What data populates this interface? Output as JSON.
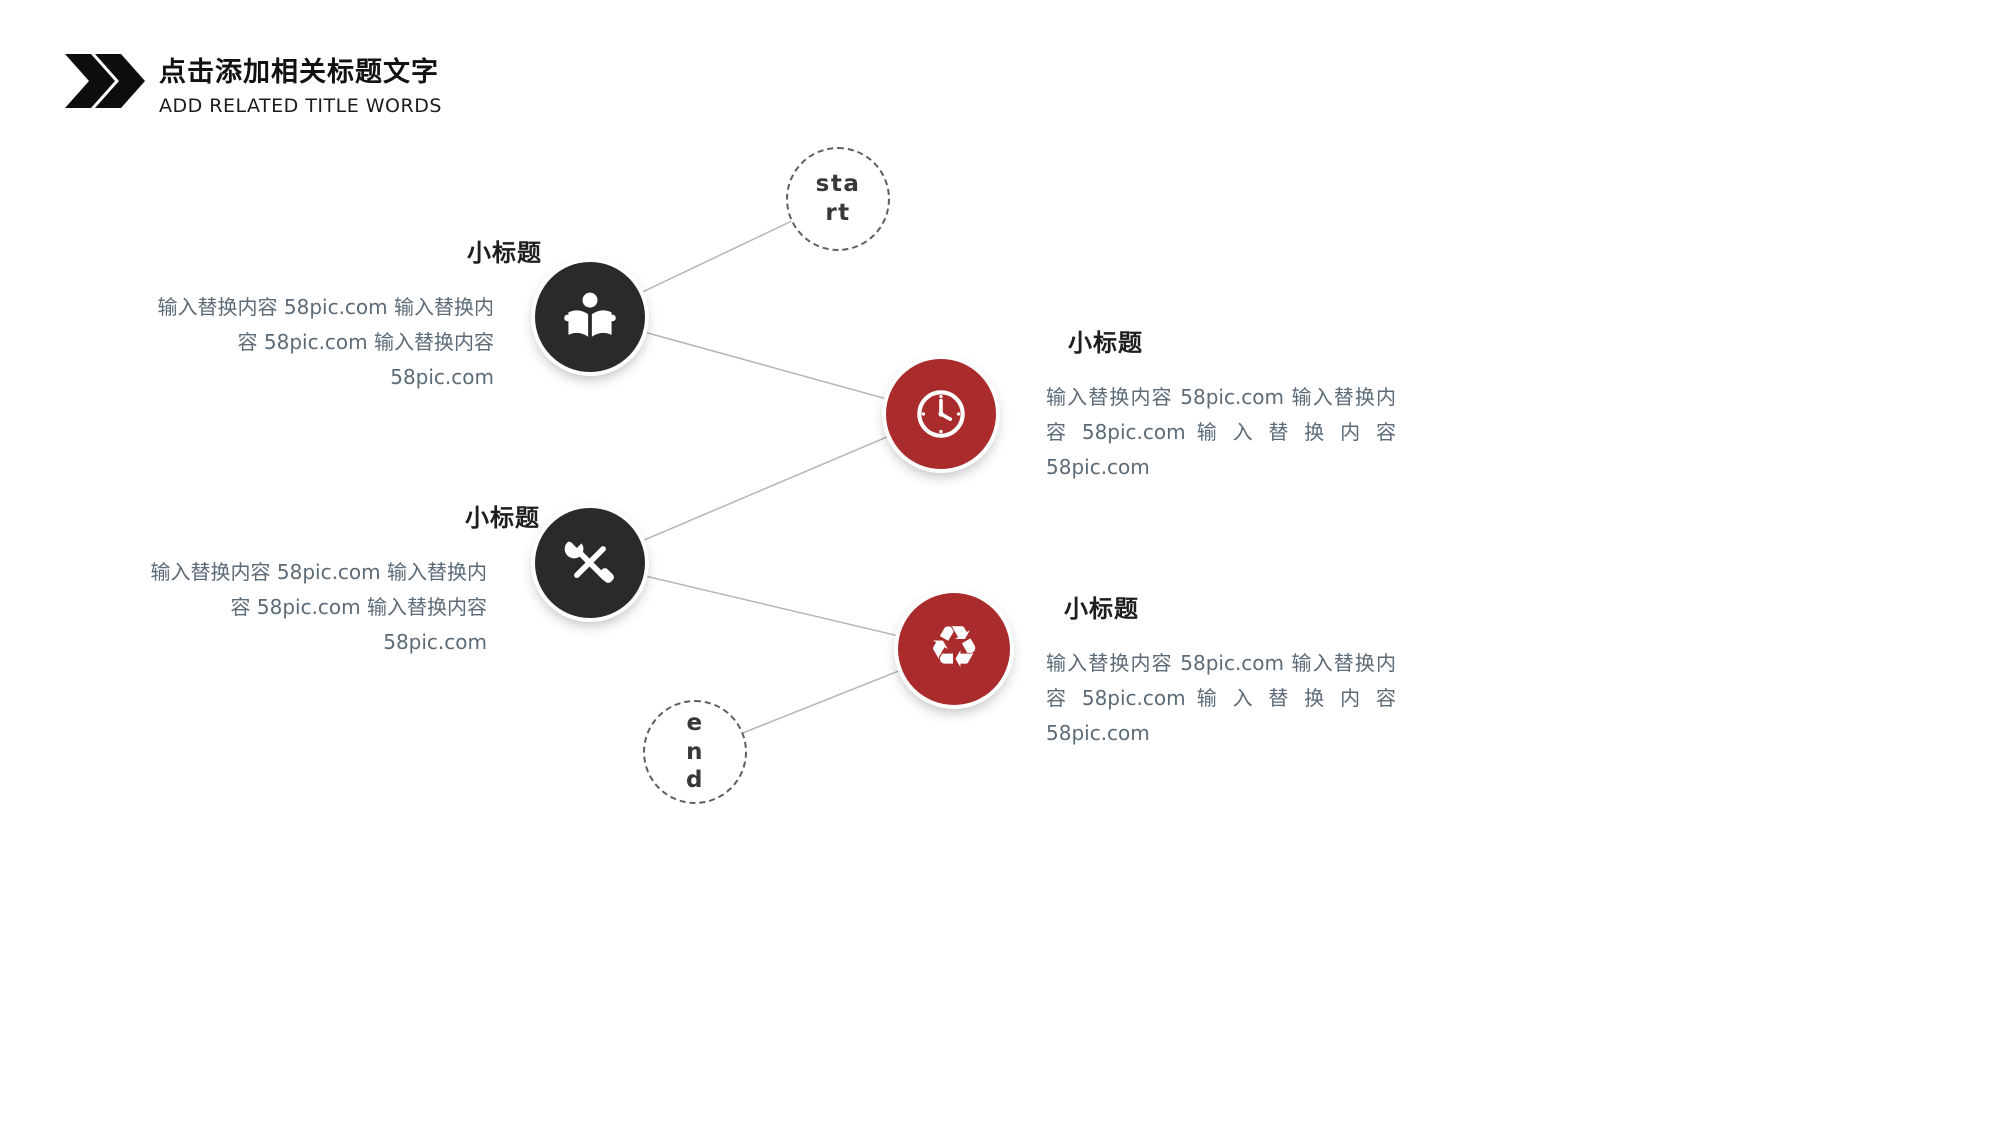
{
  "header": {
    "title": "点击添加相关标题文字",
    "subtitle": "ADD RELATED TITLE WORDS"
  },
  "flow": {
    "start_label": "start",
    "end_label": "end"
  },
  "items": [
    {
      "heading": "小标题",
      "body": "输入替换内容 58pic.com 输入替换内容 58pic.com 输入替换内容 58pic.com",
      "icon": "reader-icon"
    },
    {
      "heading": "小标题",
      "body": "输入替换内容 58pic.com 输入替换内容 58pic.com 输 入 替 换 内 容 58pic.com",
      "icon": "clock-icon"
    },
    {
      "heading": "小标题",
      "body": "输入替换内容 58pic.com 输入替换内容 58pic.com 输入替换内容 58pic.com",
      "icon": "tools-icon"
    },
    {
      "heading": "小标题",
      "body": "输入替换内容 58pic.com 输入替换内容 58pic.com 输 入 替 换 内 容 58pic.com",
      "icon": "recycle-icon"
    }
  ],
  "icons": {
    "recycle_glyph": "♻"
  },
  "colors": {
    "node_black": "#2a2a2a",
    "node_red": "#a92b2b",
    "connector": "#b5b5b5",
    "body_text": "#5c6b78",
    "title_text": "#121212"
  }
}
